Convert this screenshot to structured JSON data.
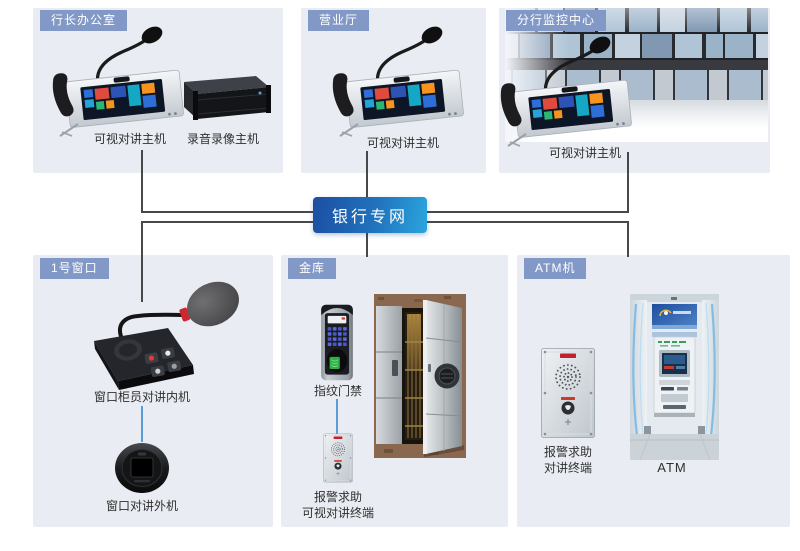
{
  "network": {
    "label": "银行专网"
  },
  "sections": {
    "president_office": {
      "tag": "行长办公室",
      "intercom_label": "可视对讲主机",
      "recorder_label": "录音录像主机"
    },
    "business_hall": {
      "tag": "营业厅",
      "intercom_label": "可视对讲主机"
    },
    "monitoring_center": {
      "tag": "分行监控中心",
      "intercom_label": "可视对讲主机"
    },
    "window_1": {
      "tag": "1号窗口",
      "indoor_label": "窗口柜员对讲内机",
      "outdoor_label": "窗口对讲外机"
    },
    "vault": {
      "tag": "金库",
      "fingerprint_label": "指纹门禁",
      "terminal_label_line1": "报警求助",
      "terminal_label_line2": "可视对讲终端"
    },
    "atm": {
      "tag": "ATM机",
      "terminal_label_line1": "报警求助",
      "terminal_label_line2": "对讲终端",
      "atm_label": "ATM"
    }
  },
  "connections": [
    {
      "from": "president_office",
      "to": "network"
    },
    {
      "from": "business_hall",
      "to": "network"
    },
    {
      "from": "monitoring_center",
      "to": "network"
    },
    {
      "from": "network",
      "to": "window_1"
    },
    {
      "from": "network",
      "to": "vault"
    },
    {
      "from": "network",
      "to": "atm"
    }
  ],
  "colors": {
    "panel_bg": "#e9ecf2",
    "tag_bg": "#8298c6",
    "network_gradient_start": "#1c4ea3",
    "network_gradient_end": "#2ba5dd",
    "line_color": "#484848",
    "blue_link": "#5b9cd6"
  }
}
